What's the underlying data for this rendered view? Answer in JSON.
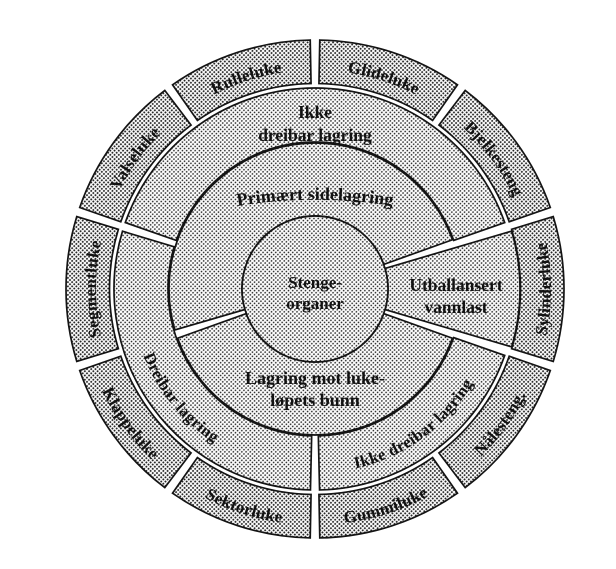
{
  "diagram": {
    "center": {
      "line1": "Stenge-",
      "line2": "organer"
    },
    "inner_ring": {
      "top": "Primært sidelagring",
      "bottom_line1": "Lagring mot luke-",
      "bottom_line2": "løpets bunn"
    },
    "wedge": {
      "line1": "Utballansert",
      "line2": "vannlast"
    },
    "middle_ring": {
      "top_line1": "Ikke",
      "top_line2": "dreibar lagring",
      "left": "Dreibar lagring",
      "bottom_right": "Ikke dreibar lagring"
    },
    "outer_ring": [
      {
        "label": "Glideluke"
      },
      {
        "label": "Bjelkesteng"
      },
      {
        "label": "Sylinderluke"
      },
      {
        "label": "Nålesteng."
      },
      {
        "label": "Gummiluke"
      },
      {
        "label": "Sektorluke"
      },
      {
        "label": "Klappeluke"
      },
      {
        "label": "Segmentluke"
      },
      {
        "label": "Valseluke"
      },
      {
        "label": "Rulleluke"
      }
    ],
    "colors": {
      "ink": "#141414",
      "halftone_dot": "#1c1c1c",
      "background": "#ffffff"
    }
  }
}
